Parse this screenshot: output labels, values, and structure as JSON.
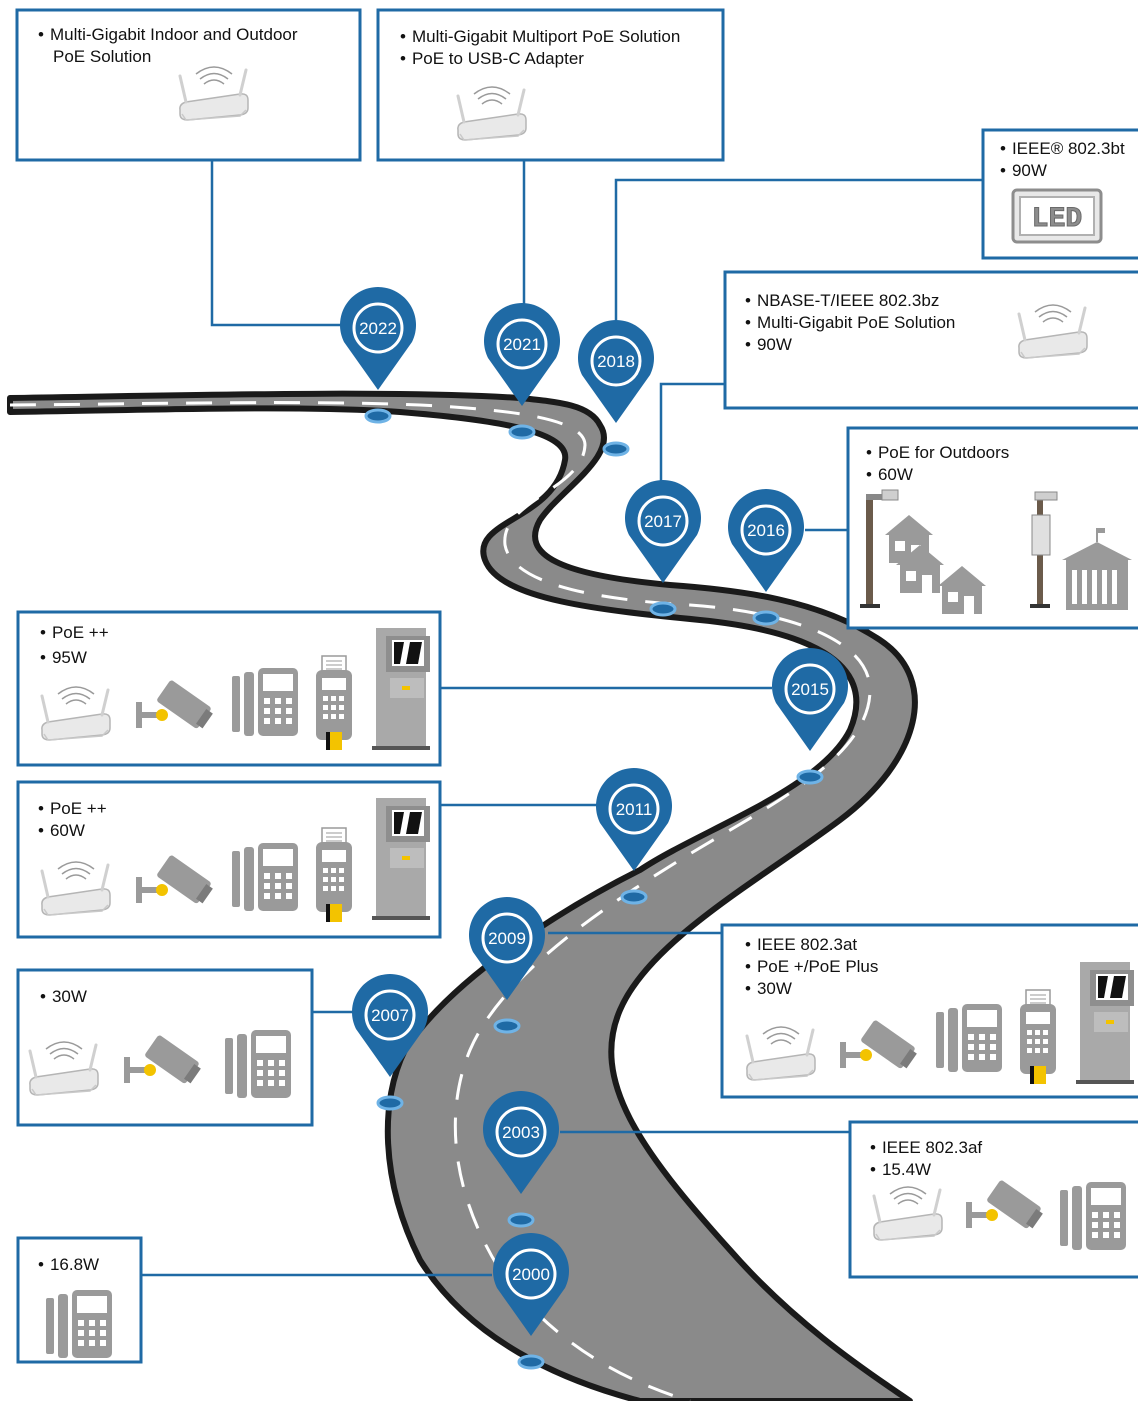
{
  "colors": {
    "accent": "#1f6aa5",
    "road": "#8a8a8a",
    "roadEdge": "#1a1a1a",
    "icon": "#9a9a9a"
  },
  "milestones": [
    {
      "year": "2022",
      "bullets": [
        "Multi-Gigabit Indoor and Outdoor",
        "PoE Solution"
      ],
      "icons": [
        "access-point-icon"
      ]
    },
    {
      "year": "2021",
      "bullets": [
        "Multi-Gigabit Multiport PoE Solution",
        "PoE to USB-C Adapter"
      ],
      "icons": [
        "access-point-icon"
      ]
    },
    {
      "year": "2018",
      "bullets": [
        "IEEE® 802.3bt",
        "90W"
      ],
      "icons": [
        "led-panel-icon"
      ],
      "led_label": "LED"
    },
    {
      "year": "2017",
      "bullets": [
        "NBASE-T/IEEE 802.3bz",
        "Multi-Gigabit PoE Solution",
        "90W"
      ],
      "icons": [
        "access-point-icon"
      ]
    },
    {
      "year": "2016",
      "bullets": [
        "PoE for Outdoors",
        "60W"
      ],
      "icons": [
        "street-camera-pole-icon",
        "house-icon",
        "outdoor-pole-icon",
        "building-icon"
      ]
    },
    {
      "year": "2015",
      "bullets": [
        "PoE ++",
        "95W"
      ],
      "icons": [
        "access-point-icon",
        "security-camera-icon",
        "ip-phone-icon",
        "pos-terminal-icon",
        "kiosk-icon"
      ]
    },
    {
      "year": "2011",
      "bullets": [
        "PoE ++",
        "60W"
      ],
      "icons": [
        "access-point-icon",
        "security-camera-icon",
        "ip-phone-icon",
        "pos-terminal-icon",
        "kiosk-icon"
      ]
    },
    {
      "year": "2009",
      "bullets": [
        "IEEE 802.3at",
        "PoE +/PoE Plus",
        "30W"
      ],
      "icons": [
        "access-point-icon",
        "security-camera-icon",
        "ip-phone-icon",
        "pos-terminal-icon",
        "kiosk-icon"
      ]
    },
    {
      "year": "2007",
      "bullets": [
        "30W"
      ],
      "icons": [
        "access-point-icon",
        "security-camera-icon",
        "ip-phone-icon"
      ]
    },
    {
      "year": "2003",
      "bullets": [
        "IEEE 802.3af",
        "15.4W"
      ],
      "icons": [
        "access-point-icon",
        "security-camera-icon",
        "ip-phone-icon"
      ]
    },
    {
      "year": "2000",
      "bullets": [
        "16.8W"
      ],
      "icons": [
        "ip-phone-icon"
      ]
    }
  ]
}
